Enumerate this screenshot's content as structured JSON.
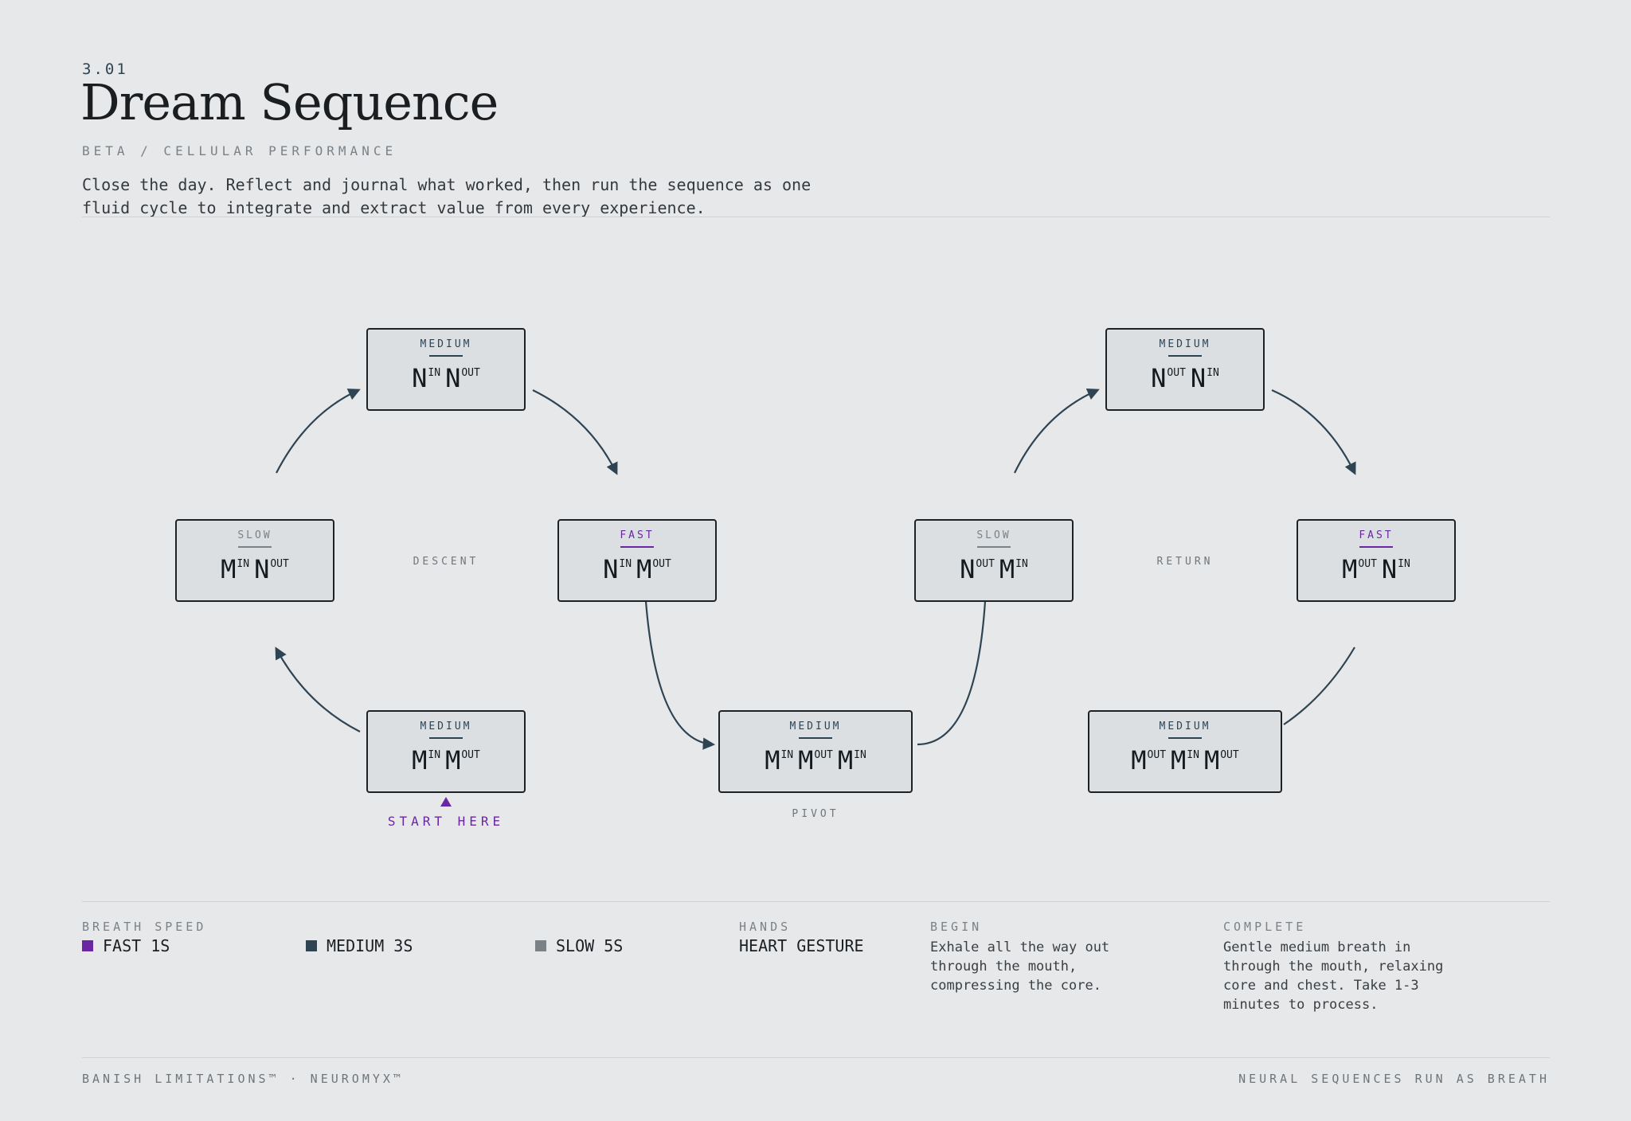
{
  "header": {
    "section": "3.01",
    "title": "Dream Sequence",
    "subtitle": "BETA / CELLULAR PERFORMANCE",
    "intro": "Close the day. Reflect and journal what worked, then run the sequence as one fluid cycle to integrate and extract value from every experience."
  },
  "colors": {
    "fast": "#6b26a3",
    "medium": "#2e4453",
    "slow": "#7b8287",
    "background": "#e7e8ea"
  },
  "diagram": {
    "nodes": [
      {
        "id": "n1",
        "speed": "MEDIUM",
        "tokens": [
          {
            "l": "M",
            "s": "IN"
          },
          {
            "l": "M",
            "s": "OUT"
          }
        ]
      },
      {
        "id": "n2",
        "speed": "SLOW",
        "tokens": [
          {
            "l": "M",
            "s": "IN"
          },
          {
            "l": "N",
            "s": "OUT"
          }
        ]
      },
      {
        "id": "n3",
        "speed": "MEDIUM",
        "tokens": [
          {
            "l": "N",
            "s": "IN"
          },
          {
            "l": "N",
            "s": "OUT"
          }
        ]
      },
      {
        "id": "n4",
        "speed": "FAST",
        "tokens": [
          {
            "l": "N",
            "s": "IN"
          },
          {
            "l": "M",
            "s": "OUT"
          }
        ]
      },
      {
        "id": "n5",
        "speed": "MEDIUM",
        "tokens": [
          {
            "l": "M",
            "s": "IN"
          },
          {
            "l": "M",
            "s": "OUT"
          },
          {
            "l": "M",
            "s": "IN"
          }
        ]
      },
      {
        "id": "n6",
        "speed": "SLOW",
        "tokens": [
          {
            "l": "N",
            "s": "OUT"
          },
          {
            "l": "M",
            "s": "IN"
          }
        ]
      },
      {
        "id": "n7",
        "speed": "MEDIUM",
        "tokens": [
          {
            "l": "N",
            "s": "OUT"
          },
          {
            "l": "N",
            "s": "IN"
          }
        ]
      },
      {
        "id": "n8",
        "speed": "FAST",
        "tokens": [
          {
            "l": "M",
            "s": "OUT"
          },
          {
            "l": "N",
            "s": "IN"
          }
        ]
      },
      {
        "id": "n9",
        "speed": "MEDIUM",
        "tokens": [
          {
            "l": "M",
            "s": "OUT"
          },
          {
            "l": "M",
            "s": "IN"
          },
          {
            "l": "M",
            "s": "OUT"
          }
        ]
      }
    ],
    "phases": {
      "descent": "DESCENT",
      "pivot": "PIVOT",
      "return": "RETURN"
    },
    "start_label": "START HERE"
  },
  "legend": {
    "breath_speed_heading": "BREATH SPEED",
    "fast": "FAST 1S",
    "medium": "MEDIUM 3S",
    "slow": "SLOW 5S",
    "hands_heading": "HANDS",
    "hands_value": "HEART GESTURE",
    "begin_heading": "BEGIN",
    "begin_text": "Exhale all the way out through the mouth, compressing the core.",
    "complete_heading": "COMPLETE",
    "complete_text": "Gentle medium breath in through the mouth, relaxing core and chest. Take 1-3 minutes to process."
  },
  "footer": {
    "left": "BANISH LIMITATIONS™ · NEUROMYX™",
    "right": "NEURAL SEQUENCES RUN AS BREATH"
  }
}
